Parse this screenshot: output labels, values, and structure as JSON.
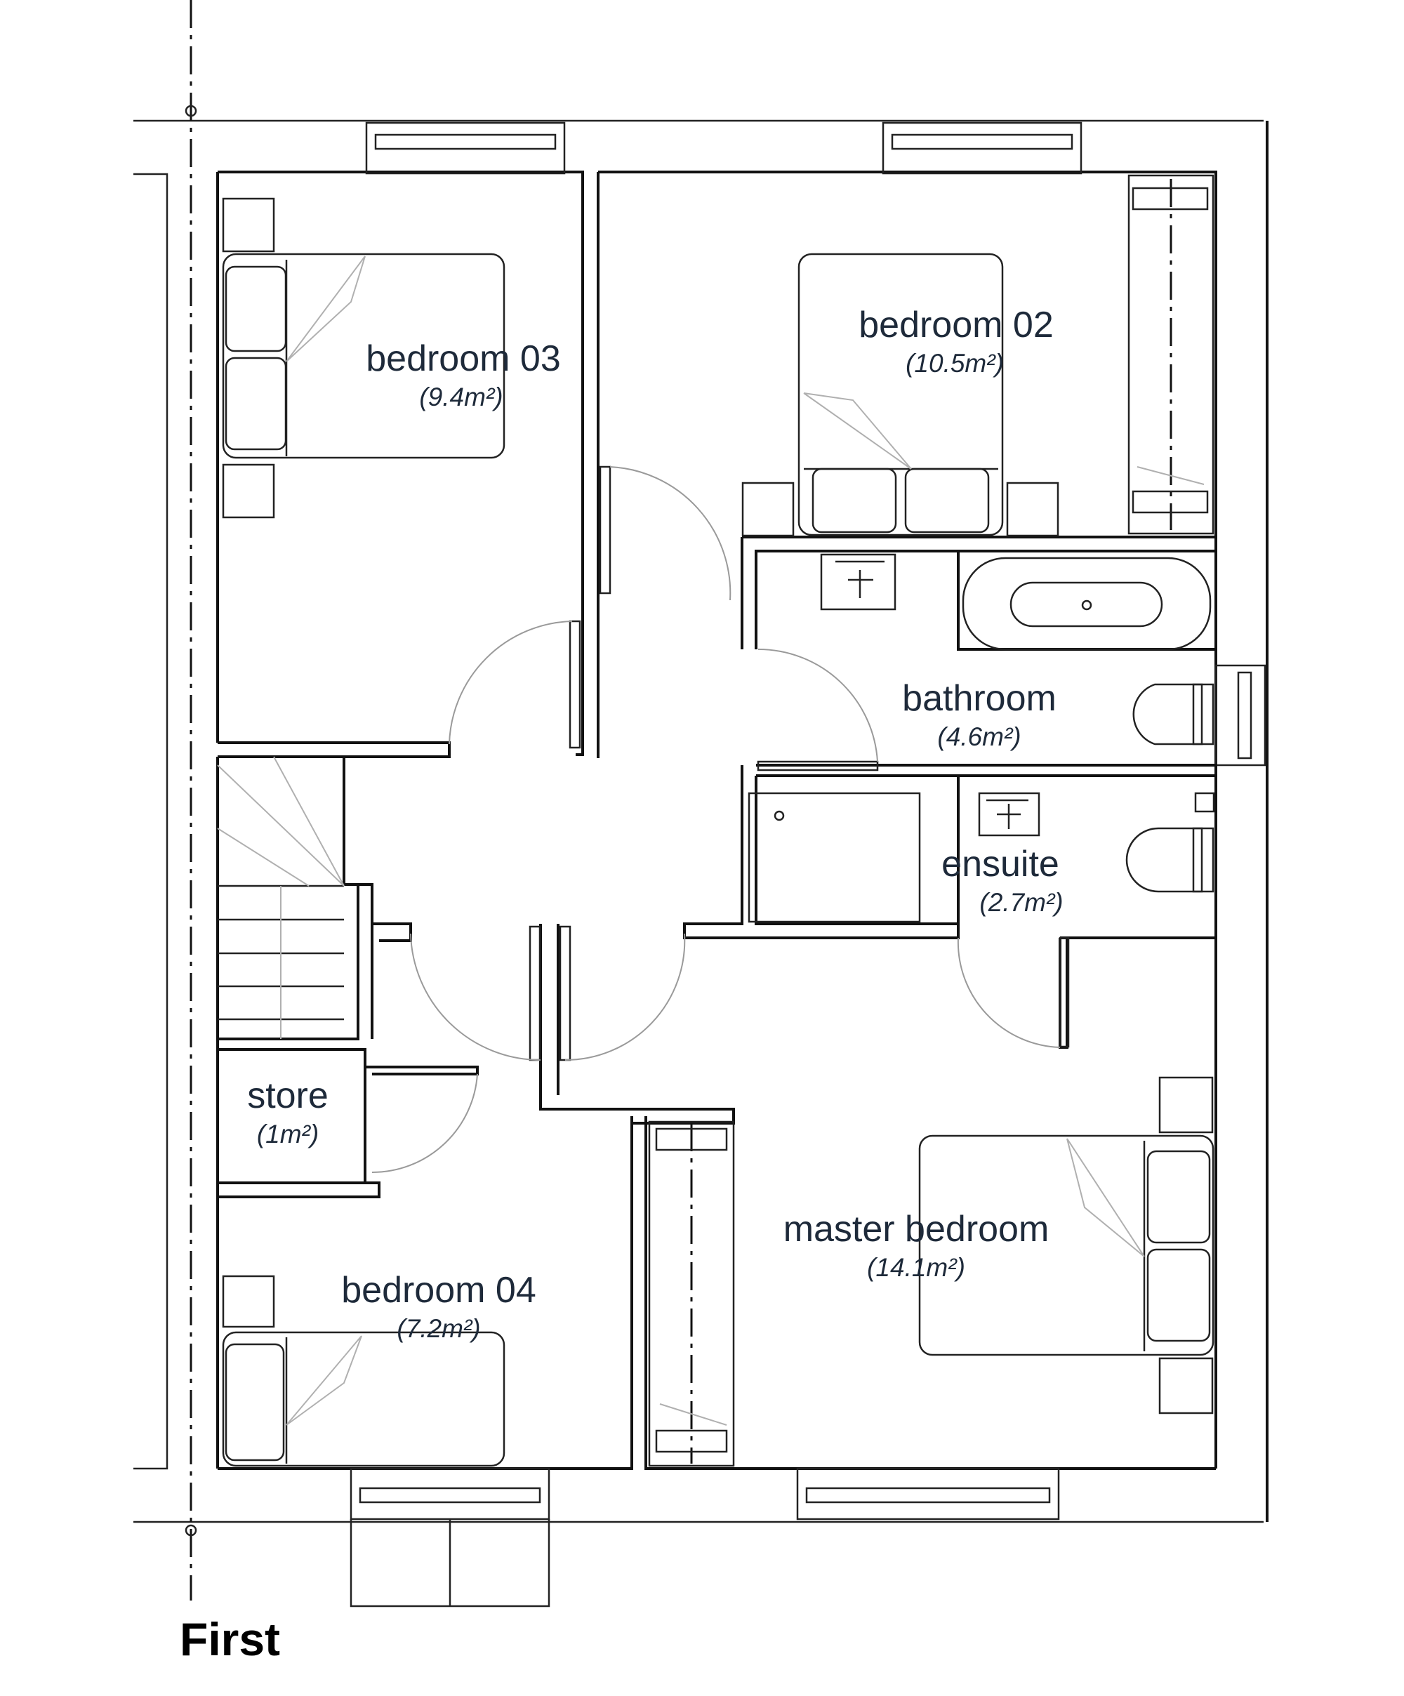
{
  "rooms": {
    "bedroom03": {
      "name": "bedroom 03",
      "area": "(9.4m²)"
    },
    "bedroom02": {
      "name": "bedroom 02",
      "area": "(10.5m²)"
    },
    "bathroom": {
      "name": "bathroom",
      "area": "(4.6m²)"
    },
    "ensuite": {
      "name": "ensuite",
      "area": "(2.7m²)"
    },
    "store": {
      "name": "store",
      "area": "(1m²)"
    },
    "bedroom04": {
      "name": "bedroom 04",
      "area": "(7.2m²)"
    },
    "master": {
      "name": "master bedroom",
      "area": "(14.1m²)"
    }
  },
  "floor_label": "First",
  "colors": {
    "line": "#111111",
    "text": "#1e2a3a",
    "swing": "#9a9a9a"
  }
}
